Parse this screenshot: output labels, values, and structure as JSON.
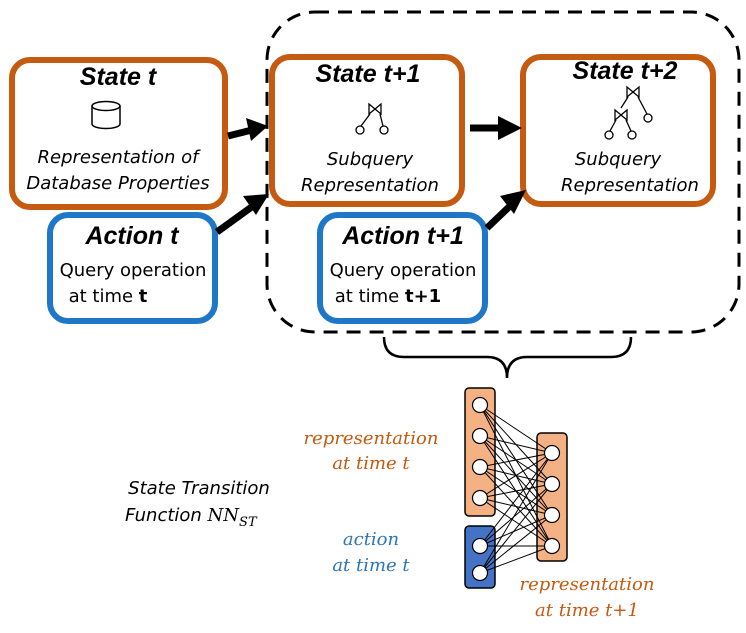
{
  "colors": {
    "state": "#C55A11",
    "action": "#1F77C8",
    "rep_fill": "#F4B183",
    "act_fill": "#4472C4",
    "rep_text": "#C55A11",
    "act_text": "#2E75B6"
  },
  "state_t": {
    "title": "State t",
    "icon": "database-icon",
    "line1": "Representation of",
    "line2": "Database Properties"
  },
  "state_t1": {
    "title": "State t+1",
    "icon": "join-tree-icon",
    "line1": "Subquery",
    "line2": "Representation"
  },
  "state_t2": {
    "title": "State t+2",
    "icon": "join-tree-icon",
    "line1": "Subquery",
    "line2": "Representation"
  },
  "action_t": {
    "title": "Action t",
    "line1": "Query operation",
    "line2_pre": "at time ",
    "line2_bold": "t"
  },
  "action_t1": {
    "title": "Action t+1",
    "line1": "Query operation",
    "line2_pre": "at time ",
    "line2_bold": "t+1"
  },
  "network": {
    "rep_in_line1": "representation",
    "rep_in_line2": "at time t",
    "action_line1": "action",
    "action_line2": "at time t",
    "rep_out_line1": "representation",
    "rep_out_line2": "at time t+1",
    "stf_line1": "State Transition",
    "stf_line2_pre": "Function ",
    "stf_nn": "NN",
    "stf_sub": "ST",
    "input_rep_nodes": 4,
    "input_action_nodes": 2,
    "output_nodes": 4
  }
}
